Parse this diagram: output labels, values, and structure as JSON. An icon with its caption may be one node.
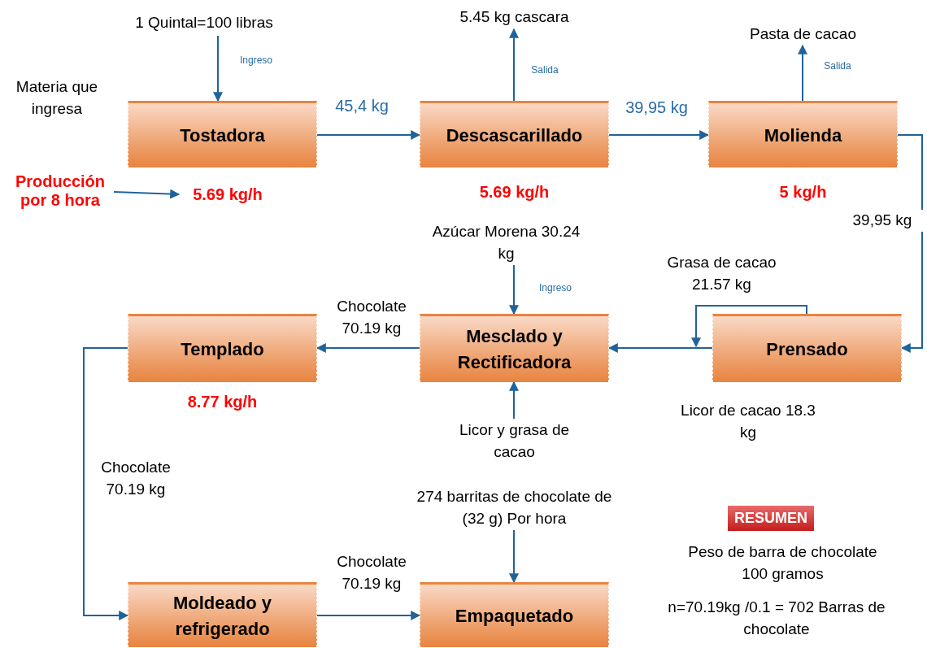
{
  "diagram": {
    "nodes": [
      {
        "text": [
          "1 Quintal=100 libras"
        ]
      },
      {
        "text": [
          "Tostadora"
        ]
      },
      {
        "text": [
          "5.45 kg cascara"
        ]
      },
      {
        "text": [
          "Descascarillado"
        ],
        "beside": [
          "5.69 kg/h"
        ]
      },
      {
        "text": [
          "Pasta de cacao"
        ]
      },
      {
        "text": [
          "Molienda"
        ],
        "beside": [
          "5 kg/h"
        ]
      },
      {
        "text": [
          "Producción por 8 hora"
        ]
      },
      {
        "text": [
          "5.69 kg/h"
        ]
      },
      {
        "text": [
          "Azúcar Morena 30.24 kg"
        ]
      },
      {
        "text": [
          "Templado"
        ],
        "beside": [
          "8.77 kg/h"
        ]
      },
      {
        "text": [
          "Mesclado y Rectificadora"
        ]
      },
      {
        "text": [
          "Prensado"
        ]
      },
      {
        "text": [
          "Licor y grasa de cacao"
        ]
      },
      {
        "text": [
          "274 barritas de chocolate de (32 g) Por hora"
        ]
      },
      {
        "text": [
          "Moldeado y refrigerado"
        ]
      },
      {
        "text": [
          "Empaquetado"
        ]
      }
    ],
    "edges": [
      {
        "from": 0,
        "to": 1,
        "arrow": "to",
        "label": "Ingreso"
      },
      {
        "from": 1,
        "to": 3,
        "arrow": "to",
        "label": "45,4 kg"
      },
      {
        "from": 3,
        "to": 2,
        "arrow": "to",
        "label": "Salida"
      },
      {
        "from": 3,
        "to": 5,
        "arrow": "to",
        "label": "39,95 kg"
      },
      {
        "from": 5,
        "to": 4,
        "arrow": "to",
        "label": "Salida"
      },
      {
        "from": 6,
        "to": 7,
        "arrow": "to"
      },
      {
        "from": 5,
        "to": 11,
        "arrow": "to",
        "label": "39,95 kg"
      },
      {
        "from": 11,
        "to": null,
        "arrow": "to",
        "label": "Grasa de cacao 21.57 kg"
      },
      {
        "from": 11,
        "to": 10,
        "arrow": "to"
      },
      {
        "from": 8,
        "to": 10,
        "arrow": "to",
        "label": "Ingreso"
      },
      {
        "from": 12,
        "to": 10,
        "arrow": "to"
      },
      {
        "from": 10,
        "to": 9,
        "arrow": "to",
        "label": "Chocolate 70.19 kg"
      },
      {
        "from": 9,
        "to": 14,
        "arrow": "to",
        "label": "Chocolate 70.19 kg"
      },
      {
        "from": 14,
        "to": 15,
        "arrow": "to",
        "label": "Chocolate 70.19 kg"
      },
      {
        "from": 13,
        "to": 15,
        "arrow": "to"
      }
    ],
    "labels": [
      "Materia que ingresa",
      "Licor de cacao 18.3 kg",
      "RESUMEN",
      "Peso de barra de chocolate 100 gramos",
      "n=70.19kg /0.1 = 702 Barras de chocolate"
    ]
  }
}
